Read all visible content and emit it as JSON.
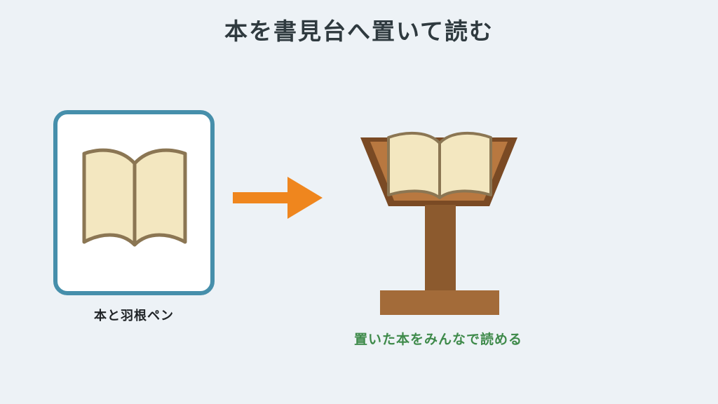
{
  "title": "本を書見台へ置いて読む",
  "left_panel": {
    "label": "本と羽根ペン",
    "icon": "open-book-icon"
  },
  "arrow": {
    "icon": "right-arrow-icon",
    "color": "#ef861e"
  },
  "right_panel": {
    "label": "置いた本をみんなで読める",
    "icon": "lectern-with-book-icon"
  },
  "colors": {
    "background": "#edf2f6",
    "card_border": "#468fab",
    "page_fill": "#f3e7c0",
    "page_stroke": "#8b7653",
    "wood_dark": "#7a4a24",
    "wood_mid": "#8c5a2e",
    "wood_light": "#b87840",
    "base": "#a36b39",
    "result_text": "#3e8a4a"
  }
}
